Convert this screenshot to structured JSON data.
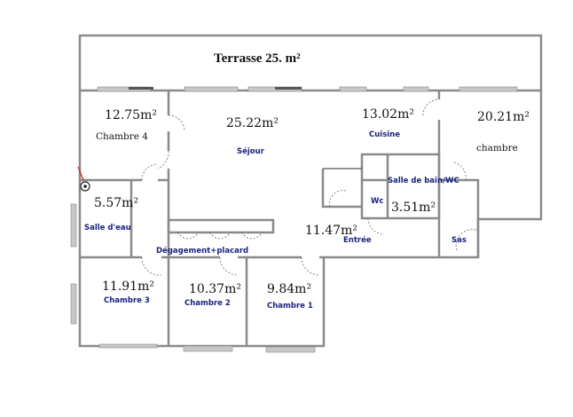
{
  "terrace": {
    "label": "Terrasse 25. m²"
  },
  "rooms": [
    {
      "name": "Chambre 4",
      "area": "12.75m²"
    },
    {
      "name": "Séjour",
      "area": "25.22m²"
    },
    {
      "name": "Cuisine",
      "area": "13.02m²"
    },
    {
      "name": "chambre",
      "area": "20.21m²"
    },
    {
      "name": "Salle d'eau",
      "area": "5.57m²"
    },
    {
      "name": "Salle de bain/WC",
      "area": "3.51m²"
    },
    {
      "name": "Wc"
    },
    {
      "name": "Entrée",
      "area": "11.47m²"
    },
    {
      "name": "Sas"
    },
    {
      "name": "Dégagement+placard"
    },
    {
      "name": "Chambre 3",
      "area": "11.91m²"
    },
    {
      "name": "Chambre 2",
      "area": "10.37m²"
    },
    {
      "name": "Chambre 1",
      "area": "9.84m²"
    }
  ],
  "colors": {
    "wall": "#8a8a8a",
    "label": "#1a237e",
    "marker": "#cc2222"
  }
}
